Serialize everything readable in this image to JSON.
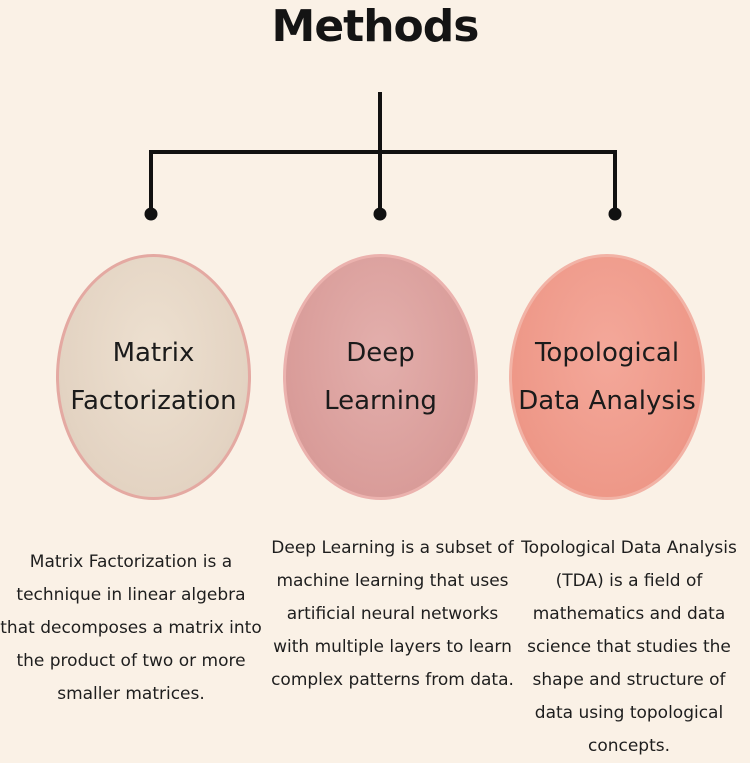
{
  "title": "Methods",
  "methods": [
    {
      "name": "Matrix\nFactorization",
      "description": "Matrix Factorization is a technique in linear algebra that decomposes a matrix into the product of two or more smaller matrices."
    },
    {
      "name": "Deep\nLearning",
      "description": "Deep Learning is a subset of machine learning that uses artificial neural networks with multiple layers to learn complex patterns from data."
    },
    {
      "name": "Topological\nData Analysis",
      "description": "Topological Data Analysis (TDA) is a field of mathematics and data science that studies the shape and structure of data using topological concepts."
    }
  ],
  "colors": {
    "background": "#faf1e6",
    "matrix_factorization": "#e3d3c2",
    "deep_learning": "#d99c99",
    "topological_data_analysis": "#ee9888",
    "connector": "#111111"
  }
}
